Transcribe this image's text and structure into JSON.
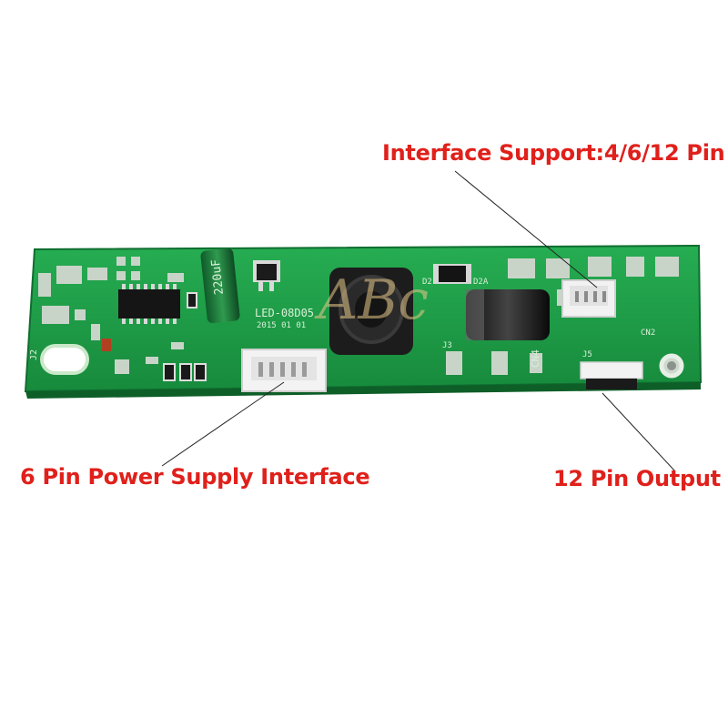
{
  "labels": {
    "interface_support": "Interface Support:4/6/12 Pin",
    "power_supply": "6 Pin Power Supply Interface",
    "output": "12 Pin Output"
  },
  "board": {
    "model": "LED-08D05",
    "date": "2015 01 01",
    "capacitor_mark": "220uF",
    "connector_j2": "J2",
    "connector_cn4": "CN4",
    "connector_cn2": "CN2",
    "connector_j5": "J5",
    "connector_j3": "J3",
    "connector_d2": "D2",
    "connector_d2a": "D2A",
    "watermark": "ABc"
  },
  "colors": {
    "pcb": "#1fa14a",
    "label": "#e0201b",
    "connector": "#f4f4f4"
  }
}
